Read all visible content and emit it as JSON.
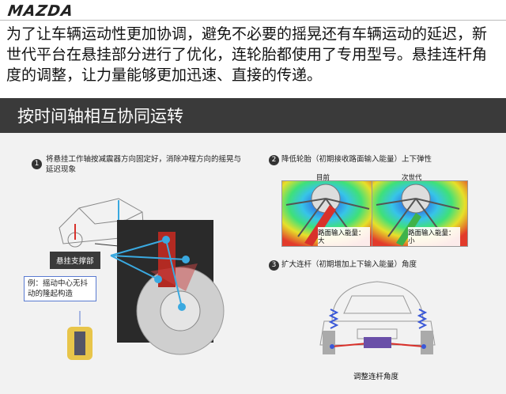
{
  "brand": {
    "logo": "MAZDA"
  },
  "intro": {
    "paragraph": "为了让车辆运动性更加协调，避免不必要的摇晃还有车辆运动的延迟，新世代平台在悬挂部分进行了优化，连轮胎都使用了专用型号。悬挂连杆角度的调整，让力量能够更加迅速、直接的传递。"
  },
  "section": {
    "title": "按时间轴相互协同运转"
  },
  "steps": [
    {
      "num": "1",
      "text": "将悬挂工作轴按减震器方向固定好，消除冲程方向的摇晃与延迟现象"
    },
    {
      "num": "2",
      "text": "降低轮胎（初期接收路面输入能量）上下弹性"
    },
    {
      "num": "3",
      "text": "扩大连杆（初期增加上下输入能量）角度"
    }
  ],
  "labels": {
    "suspension_support": "悬挂支撑部",
    "example": "例：摇动中心无抖动的隆起构造",
    "current": "目前",
    "next_gen": "次世代",
    "input_large": "路面输入能量：大",
    "input_small": "路面输入能量：小",
    "adjust_angle": "调整连杆角度"
  },
  "colors": {
    "section_bg": "#3a3a3a",
    "accent_blue": "#5a7bd1",
    "arrow_red": "#d8312b",
    "arrow_green": "#3fb24a"
  }
}
